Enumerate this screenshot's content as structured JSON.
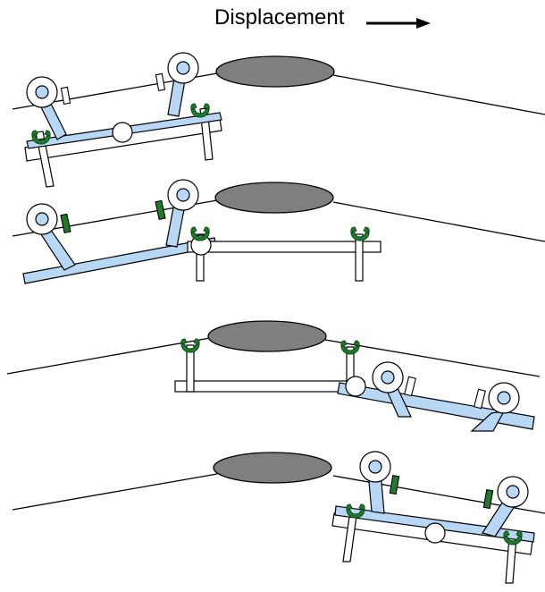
{
  "title": "Displacement",
  "colors": {
    "ellipse_fill": "#7f7f7f",
    "arm_blue": "#b7d7f5",
    "clamp_green": "#1f7a2d",
    "clamp_green_dark": "#0f4d1a",
    "stroke": "#000000",
    "wheel_ring": "#ffffff",
    "wheel_core": "#b7d7f5"
  },
  "panels": [
    {
      "id": "stage-1"
    },
    {
      "id": "stage-2"
    },
    {
      "id": "stage-3"
    },
    {
      "id": "stage-4"
    }
  ]
}
